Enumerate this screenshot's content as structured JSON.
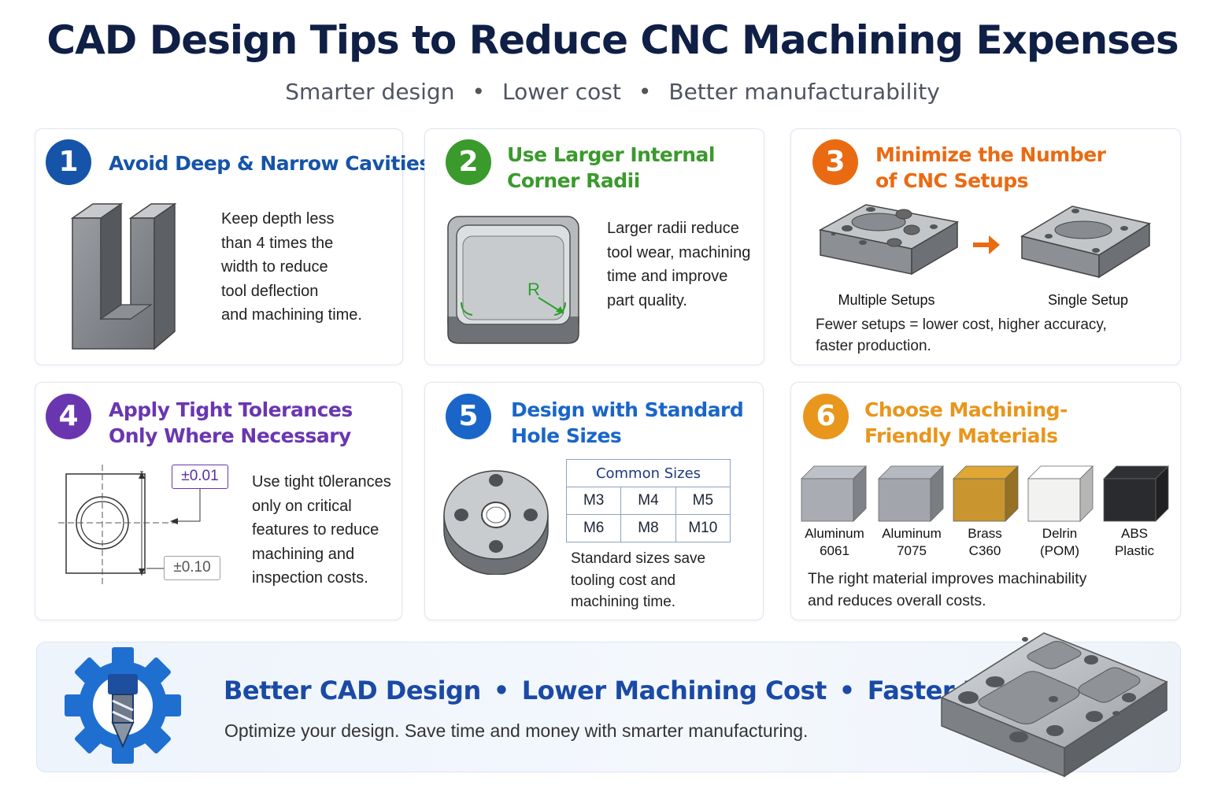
{
  "title": "CAD Design Tips to Reduce CNC Machining Expenses",
  "subtitle": [
    "Smarter design",
    "Lower cost",
    "Better manufacturability"
  ],
  "separator": "•",
  "colors": {
    "navy": "#0f1f45",
    "tip1": "#1554a8",
    "tip2": "#3a9a2c",
    "tip3": "#ea6a12",
    "tip4": "#6a36b0",
    "tip5": "#1a66c8",
    "tip6": "#e8961c",
    "footer_accent": "#1a4aa6"
  },
  "tips": [
    {
      "number": "1",
      "title": [
        "Avoid Deep & Narrow Cavities"
      ],
      "body": [
        "Keep depth less",
        "than 4 times the",
        "width to reduce",
        "tool deflection",
        "and machining time."
      ],
      "icon": "u-channel-part-icon"
    },
    {
      "number": "2",
      "title": [
        "Use Larger Internal",
        "Corner Radii"
      ],
      "body": [
        "Larger radii reduce",
        "tool wear, machining",
        "time and improve",
        "part quality."
      ],
      "radius_label": "R",
      "icon": "pocket-with-radius-icon"
    },
    {
      "number": "3",
      "title": [
        "Minimize the Number",
        "of CNC Setups"
      ],
      "before_label": "Multiple Setups",
      "after_label": "Single Setup",
      "body": [
        "Fewer setups = lower cost, higher accuracy,",
        "faster production."
      ],
      "icon": "plate-comparison-icon"
    },
    {
      "number": "4",
      "title": [
        "Apply Tight Tolerances",
        "Only Where Necessary"
      ],
      "tight_tolerance": "±0.01",
      "loose_tolerance": "±0.10",
      "body": [
        "Use tight t0lerances",
        "only on critical",
        "features to reduce",
        "machining and",
        "inspection costs."
      ],
      "icon": "tolerance-drawing-icon"
    },
    {
      "number": "5",
      "title": [
        "Design with Standard",
        "Hole Sizes"
      ],
      "table_header": "Common Sizes",
      "sizes": [
        [
          "M3",
          "M4",
          "M5"
        ],
        [
          "M6",
          "M8",
          "M10"
        ]
      ],
      "body": [
        "Standard sizes save",
        "tooling cost and",
        "machining time."
      ],
      "icon": "flange-disc-icon"
    },
    {
      "number": "6",
      "title": [
        "Choose Machining-",
        "Friendly Materials"
      ],
      "materials": [
        {
          "name": [
            "Aluminum",
            "6061"
          ],
          "color": "#a9adb3"
        },
        {
          "name": [
            "Aluminum",
            "7075"
          ],
          "color": "#a2a6ac"
        },
        {
          "name": [
            "Brass",
            "C360"
          ],
          "color": "#c8952e"
        },
        {
          "name": [
            "Delrin",
            "(POM)"
          ],
          "color": "#f2f2f0"
        },
        {
          "name": [
            "ABS",
            "Plastic"
          ],
          "color": "#2a2b2e"
        }
      ],
      "body": [
        "The right material improves machinability",
        "and reduces overall costs."
      ],
      "icon": "material-blocks-icon"
    }
  ],
  "footer": {
    "headline": [
      "Better CAD Design",
      "Lower Machining Cost",
      "Faster Delivery"
    ],
    "tagline": "Optimize your design. Save time and money with smarter manufacturing.",
    "logo_icon": "gear-endmill-icon",
    "part_icon": "machined-plate-icon"
  }
}
